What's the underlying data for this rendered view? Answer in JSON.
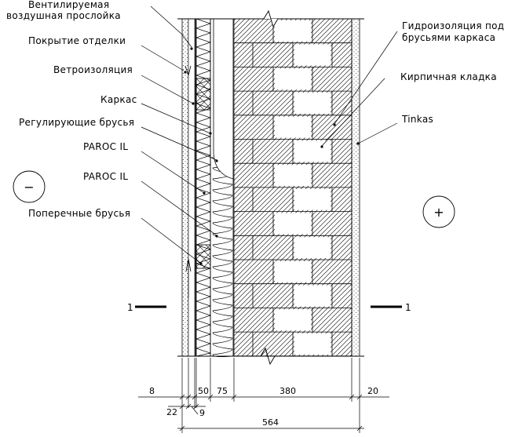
{
  "labels_left": [
    "Вентилируемая",
    "воздушная прослойка",
    "Покрытие отделки",
    "Ветроизоляция",
    "Каркас",
    "Регулирующие брусья",
    "PAROC IL",
    "PAROC IL",
    "Поперечные брусья"
  ],
  "labels_right": [
    "Гидроизоляция под",
    "брусьями каркаса",
    "Кирпичная кладка",
    "Tinkas"
  ],
  "sides": {
    "minus": "−",
    "plus": "+"
  },
  "section_marks": {
    "left": "1",
    "right": "1"
  },
  "dimensions": {
    "row1": [
      "8",
      "50",
      "75",
      "380",
      "20"
    ],
    "row2": [
      "22",
      "9"
    ],
    "total": "564"
  }
}
